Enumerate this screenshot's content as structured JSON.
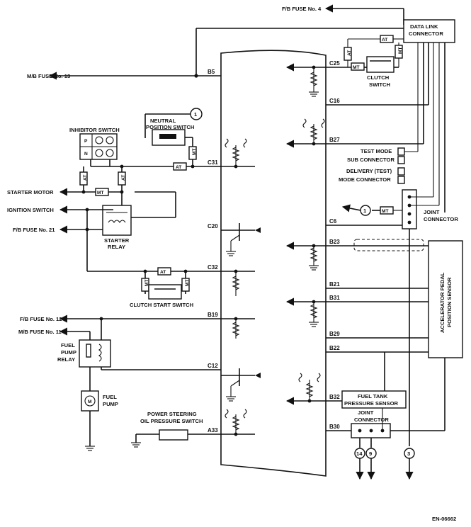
{
  "figure_id": "EN-06662",
  "labels": {
    "fb_fuse_4": "F/B FUSE No. 4",
    "data_link_1": "DATA LINK",
    "data_link_2": "CONNECTOR",
    "clutch_1": "CLUTCH",
    "clutch_2": "SWITCH",
    "mb_fuse_13": "M/B FUSE No. 13",
    "neutral_1": "NEUTRAL",
    "neutral_2": "POSITION SWITCH",
    "inhibitor": "INHIBITOR SWITCH",
    "p": "P",
    "n": "N",
    "test_mode_1": "TEST MODE",
    "test_mode_2": "SUB CONNECTOR",
    "delivery_1": "DELIVERY (TEST)",
    "delivery_2": "MODE CONNECTOR",
    "starter_motor": "STARTER MOTOR",
    "ignition_switch": "IGNITION SWITCH",
    "joint_1": "JOINT",
    "joint_2": "CONNECTOR",
    "fb_fuse_21": "F/B FUSE No. 21",
    "starter_relay_1": "STARTER",
    "starter_relay_2": "RELAY",
    "clutch_start": "CLUTCH START SWITCH",
    "fb_fuse_12": "F/B FUSE No. 12",
    "mb_fuse_11": "M/B FUSE No. 11",
    "fuel_pump_relay_1": "FUEL",
    "fuel_pump_relay_2": "PUMP",
    "fuel_pump_relay_3": "RELAY",
    "fuel_tank_1": "FUEL TANK",
    "fuel_tank_2": "PRESSURE SENSOR",
    "fuel_pump_1": "FUEL",
    "fuel_pump_2": "PUMP",
    "m": "M",
    "ps_1": "POWER STEERING",
    "ps_2": "OIL PRESSURE SWITCH",
    "accel_1": "ACCELERATOR PEDAL",
    "accel_2": "POSITION SENSOR"
  },
  "pins": {
    "b5": "B5",
    "c25": "C25",
    "c16": "C16",
    "b27": "B27",
    "c31": "C31",
    "c6": "C6",
    "c20": "C20",
    "b23": "B23",
    "c32": "C32",
    "b21": "B21",
    "b31": "B31",
    "b19": "B19",
    "b29": "B29",
    "b22": "B22",
    "c12": "C12",
    "b32": "B32",
    "b30": "B30",
    "a33": "A33"
  },
  "tags": {
    "at": "AT",
    "mt": "MT"
  },
  "callouts": {
    "one": "1",
    "fourteen": "14",
    "nine": "9",
    "three": "3"
  }
}
